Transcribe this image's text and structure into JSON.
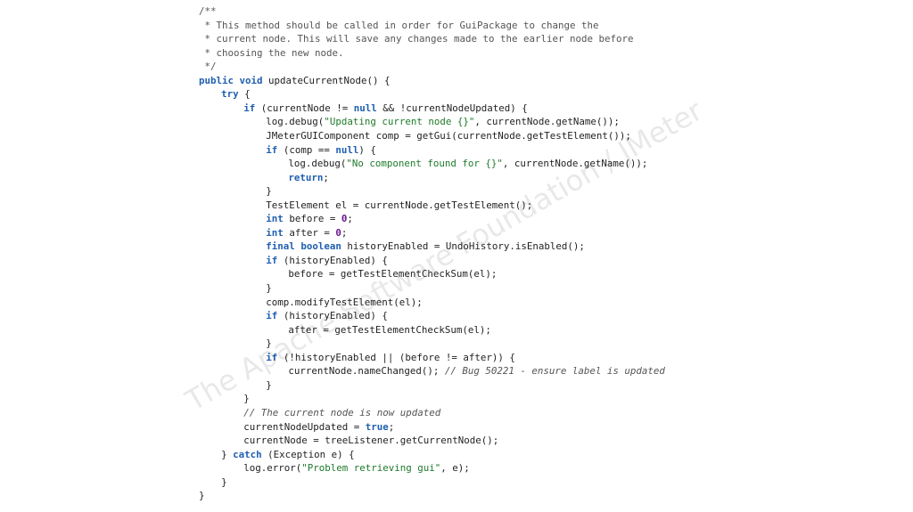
{
  "watermark": "The Apache Software Foundation / JMeter",
  "colors": {
    "background": "#ffffff",
    "plain": "#222222",
    "comment": "#555555",
    "keyword": "#1f5fb0",
    "string": "#1f7a2a",
    "number": "#6a1a8a"
  },
  "code": {
    "lines": [
      {
        "indent": 0,
        "segments": [
          {
            "t": "comment",
            "v": "/**"
          }
        ]
      },
      {
        "indent": 0,
        "segments": [
          {
            "t": "comment",
            "v": " * This method should be called in order for GuiPackage to change the"
          }
        ]
      },
      {
        "indent": 0,
        "segments": [
          {
            "t": "comment",
            "v": " * current node. This will save any changes made to the earlier node before"
          }
        ]
      },
      {
        "indent": 0,
        "segments": [
          {
            "t": "comment",
            "v": " * choosing the new node."
          }
        ]
      },
      {
        "indent": 0,
        "segments": [
          {
            "t": "comment",
            "v": " */"
          }
        ]
      },
      {
        "indent": 0,
        "segments": [
          {
            "t": "keyword",
            "v": "public"
          },
          {
            "t": "plain",
            "v": " "
          },
          {
            "t": "keyword",
            "v": "void"
          },
          {
            "t": "plain",
            "v": " updateCurrentNode() {"
          }
        ]
      },
      {
        "indent": 1,
        "segments": [
          {
            "t": "keyword",
            "v": "try"
          },
          {
            "t": "plain",
            "v": " {"
          }
        ]
      },
      {
        "indent": 2,
        "segments": [
          {
            "t": "keyword",
            "v": "if"
          },
          {
            "t": "plain",
            "v": " (currentNode != "
          },
          {
            "t": "keyword",
            "v": "null"
          },
          {
            "t": "plain",
            "v": " && !currentNodeUpdated) {"
          }
        ]
      },
      {
        "indent": 3,
        "segments": [
          {
            "t": "plain",
            "v": "log.debug("
          },
          {
            "t": "string",
            "v": "\"Updating current node {}\""
          },
          {
            "t": "plain",
            "v": ", currentNode.getName());"
          }
        ]
      },
      {
        "indent": 3,
        "segments": [
          {
            "t": "plain",
            "v": "JMeterGUIComponent comp = getGui(currentNode.getTestElement());"
          }
        ]
      },
      {
        "indent": 3,
        "segments": [
          {
            "t": "keyword",
            "v": "if"
          },
          {
            "t": "plain",
            "v": " (comp == "
          },
          {
            "t": "keyword",
            "v": "null"
          },
          {
            "t": "plain",
            "v": ") {"
          }
        ]
      },
      {
        "indent": 4,
        "segments": [
          {
            "t": "plain",
            "v": "log.debug("
          },
          {
            "t": "string",
            "v": "\"No component found for {}\""
          },
          {
            "t": "plain",
            "v": ", currentNode.getName());"
          }
        ]
      },
      {
        "indent": 4,
        "segments": [
          {
            "t": "keyword",
            "v": "return"
          },
          {
            "t": "plain",
            "v": ";"
          }
        ]
      },
      {
        "indent": 3,
        "segments": [
          {
            "t": "plain",
            "v": "}"
          }
        ]
      },
      {
        "indent": 3,
        "segments": [
          {
            "t": "plain",
            "v": "TestElement el = currentNode.getTestElement();"
          }
        ]
      },
      {
        "indent": 3,
        "segments": [
          {
            "t": "keyword",
            "v": "int"
          },
          {
            "t": "plain",
            "v": " before = "
          },
          {
            "t": "number",
            "v": "0"
          },
          {
            "t": "plain",
            "v": ";"
          }
        ]
      },
      {
        "indent": 3,
        "segments": [
          {
            "t": "keyword",
            "v": "int"
          },
          {
            "t": "plain",
            "v": " after = "
          },
          {
            "t": "number",
            "v": "0"
          },
          {
            "t": "plain",
            "v": ";"
          }
        ]
      },
      {
        "indent": 3,
        "segments": [
          {
            "t": "keyword",
            "v": "final"
          },
          {
            "t": "plain",
            "v": " "
          },
          {
            "t": "keyword",
            "v": "boolean"
          },
          {
            "t": "plain",
            "v": " historyEnabled = UndoHistory.isEnabled();"
          }
        ]
      },
      {
        "indent": 3,
        "segments": [
          {
            "t": "keyword",
            "v": "if"
          },
          {
            "t": "plain",
            "v": " (historyEnabled) {"
          }
        ]
      },
      {
        "indent": 4,
        "segments": [
          {
            "t": "plain",
            "v": "before = getTestElementCheckSum(el);"
          }
        ]
      },
      {
        "indent": 3,
        "segments": [
          {
            "t": "plain",
            "v": "}"
          }
        ]
      },
      {
        "indent": 3,
        "segments": [
          {
            "t": "plain",
            "v": "comp.modifyTestElement(el);"
          }
        ]
      },
      {
        "indent": 3,
        "segments": [
          {
            "t": "keyword",
            "v": "if"
          },
          {
            "t": "plain",
            "v": " (historyEnabled) {"
          }
        ]
      },
      {
        "indent": 4,
        "segments": [
          {
            "t": "plain",
            "v": "after = getTestElementCheckSum(el);"
          }
        ]
      },
      {
        "indent": 3,
        "segments": [
          {
            "t": "plain",
            "v": "}"
          }
        ]
      },
      {
        "indent": 3,
        "segments": [
          {
            "t": "keyword",
            "v": "if"
          },
          {
            "t": "plain",
            "v": " (!historyEnabled || (before != after)) {"
          }
        ]
      },
      {
        "indent": 4,
        "segments": [
          {
            "t": "plain",
            "v": "currentNode.nameChanged(); "
          },
          {
            "t": "line-comment",
            "v": "// Bug 50221 - ensure label is updated"
          }
        ]
      },
      {
        "indent": 3,
        "segments": [
          {
            "t": "plain",
            "v": "}"
          }
        ]
      },
      {
        "indent": 2,
        "segments": [
          {
            "t": "plain",
            "v": "}"
          }
        ]
      },
      {
        "indent": 2,
        "segments": [
          {
            "t": "line-comment",
            "v": "// The current node is now updated"
          }
        ]
      },
      {
        "indent": 2,
        "segments": [
          {
            "t": "plain",
            "v": "currentNodeUpdated = "
          },
          {
            "t": "keyword",
            "v": "true"
          },
          {
            "t": "plain",
            "v": ";"
          }
        ]
      },
      {
        "indent": 2,
        "segments": [
          {
            "t": "plain",
            "v": "currentNode = treeListener.getCurrentNode();"
          }
        ]
      },
      {
        "indent": 1,
        "segments": [
          {
            "t": "plain",
            "v": "} "
          },
          {
            "t": "keyword",
            "v": "catch"
          },
          {
            "t": "plain",
            "v": " (Exception e) {"
          }
        ]
      },
      {
        "indent": 2,
        "segments": [
          {
            "t": "plain",
            "v": "log.error("
          },
          {
            "t": "string",
            "v": "\"Problem retrieving gui\""
          },
          {
            "t": "plain",
            "v": ", e);"
          }
        ]
      },
      {
        "indent": 1,
        "segments": [
          {
            "t": "plain",
            "v": "}"
          }
        ]
      },
      {
        "indent": 0,
        "segments": [
          {
            "t": "plain",
            "v": "}"
          }
        ]
      }
    ]
  }
}
